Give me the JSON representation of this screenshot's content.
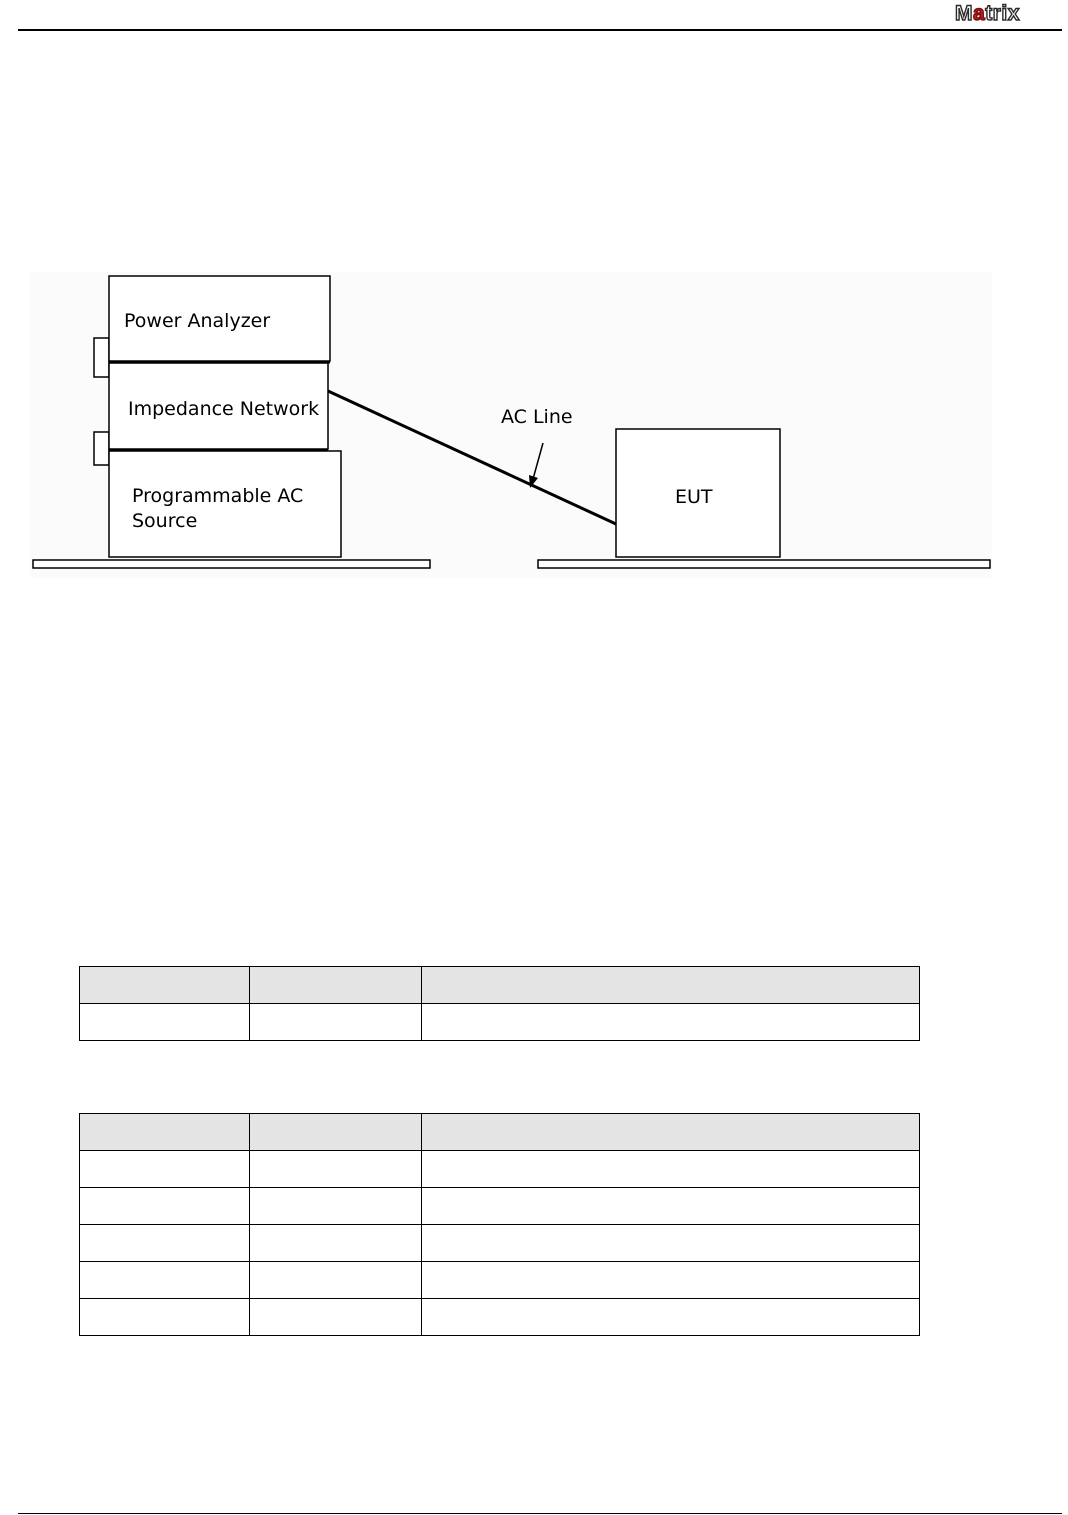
{
  "header": {
    "logo": {
      "text_before": "M",
      "ring_letter": "a",
      "text_after": "trix"
    }
  },
  "diagram": {
    "labels": {
      "power_analyzer": "Power Analyzer",
      "impedance_network": "Impedance Network",
      "programmable_ac_source_line1": "Programmable AC",
      "programmable_ac_source_line2": "Source",
      "ac_line": "AC Line",
      "eut": "EUT"
    }
  },
  "tables": {
    "table1": {
      "headers": [
        "",
        "",
        ""
      ],
      "rows": [
        [
          "",
          "",
          ""
        ]
      ]
    },
    "table2": {
      "headers": [
        "",
        "",
        ""
      ],
      "rows": [
        [
          "",
          "",
          ""
        ],
        [
          "",
          "",
          ""
        ],
        [
          "",
          "",
          ""
        ],
        [
          "",
          "",
          ""
        ],
        [
          "",
          "",
          ""
        ]
      ]
    }
  }
}
